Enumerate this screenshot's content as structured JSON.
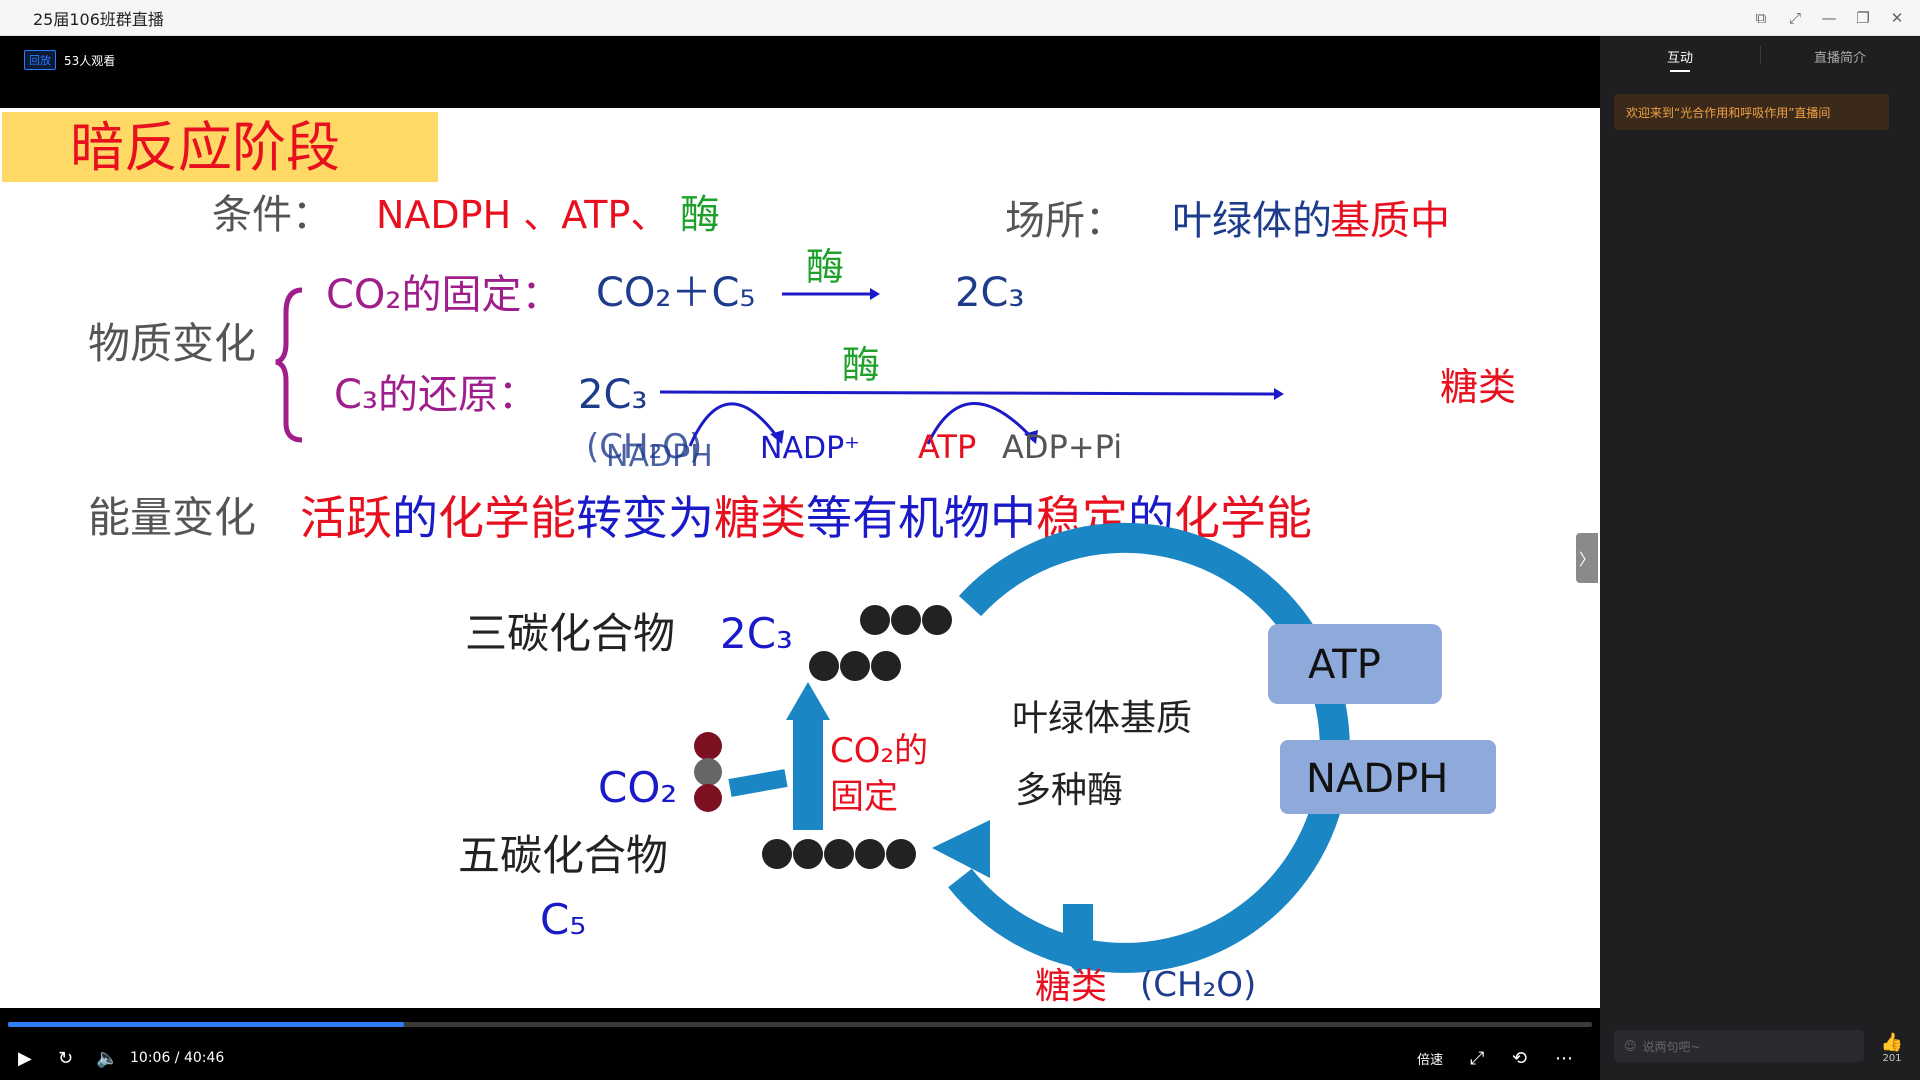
{
  "window": {
    "title": "25届106班群直播"
  },
  "video": {
    "replay_badge": "回放",
    "viewers": "53人观看",
    "progress": 0.25,
    "time": "10:06 / 40:46",
    "speed_label": "倍速"
  },
  "slide": {
    "heading": "暗反应阶段",
    "conditions_label": "条件：",
    "conditions_red": "NADPH 、ATP、",
    "conditions_enzyme": "酶",
    "place_label": "场所：",
    "place_blue": "叶绿体的",
    "place_red": "基质中",
    "material_change": "物质变化",
    "fixation_label": "CO₂的固定：",
    "fixation_eq_left": "CO₂＋C₅",
    "enzyme": "酶",
    "fixation_eq_right": "2C₃",
    "reduction_label": "C₃的还原：",
    "reduction_left": "2C₃",
    "reduction_sugar": "糖类",
    "reduction_ch2o": "(CH₂O)",
    "nadph": "NADPH",
    "nadp": "NADP⁺",
    "atp": "ATP",
    "adp": "ADP+Pi",
    "energy_label": "能量变化",
    "energy_parts": [
      {
        "t": "活跃",
        "c": "#e8101e"
      },
      {
        "t": "的",
        "c": "#1a1ac8"
      },
      {
        "t": "化学能",
        "c": "#e8101e"
      },
      {
        "t": "转变为",
        "c": "#1a1ac8"
      },
      {
        "t": "糖类",
        "c": "#e8101e"
      },
      {
        "t": "等有机物中",
        "c": "#1a1ac8"
      },
      {
        "t": "稳定",
        "c": "#e8101e"
      },
      {
        "t": "的",
        "c": "#1a1ac8"
      },
      {
        "t": "化学能",
        "c": "#e8101e"
      }
    ],
    "diagram": {
      "c3_label": "三碳化合物",
      "c3_formula": "2C₃",
      "co2": "CO₂",
      "fixation_l1": "CO₂的",
      "fixation_l2": "固定",
      "stroma_l1": "叶绿体基质",
      "stroma_l2": "多种酶",
      "c5_label": "五碳化合物",
      "c5_formula": "C₅",
      "atp_box": "ATP",
      "nadph_box": "NADPH",
      "sugar": "糖类",
      "sugar_formula": "(CH₂O)"
    }
  },
  "panel": {
    "tab_interact": "互动",
    "tab_intro": "直播简介",
    "welcome": "欢迎来到“光合作用和呼吸作用”直播间",
    "chat_placeholder": "说两句吧~",
    "like_count": "201"
  },
  "colors": {
    "accent": "#2d7ef7",
    "heading_bg": "#ffd966",
    "red": "#e8101e",
    "blue": "#1a1ac8",
    "purple": "#a01e8c",
    "green": "#1fa02a",
    "cycle": "#1a86c4",
    "box": "#8eaadb"
  }
}
